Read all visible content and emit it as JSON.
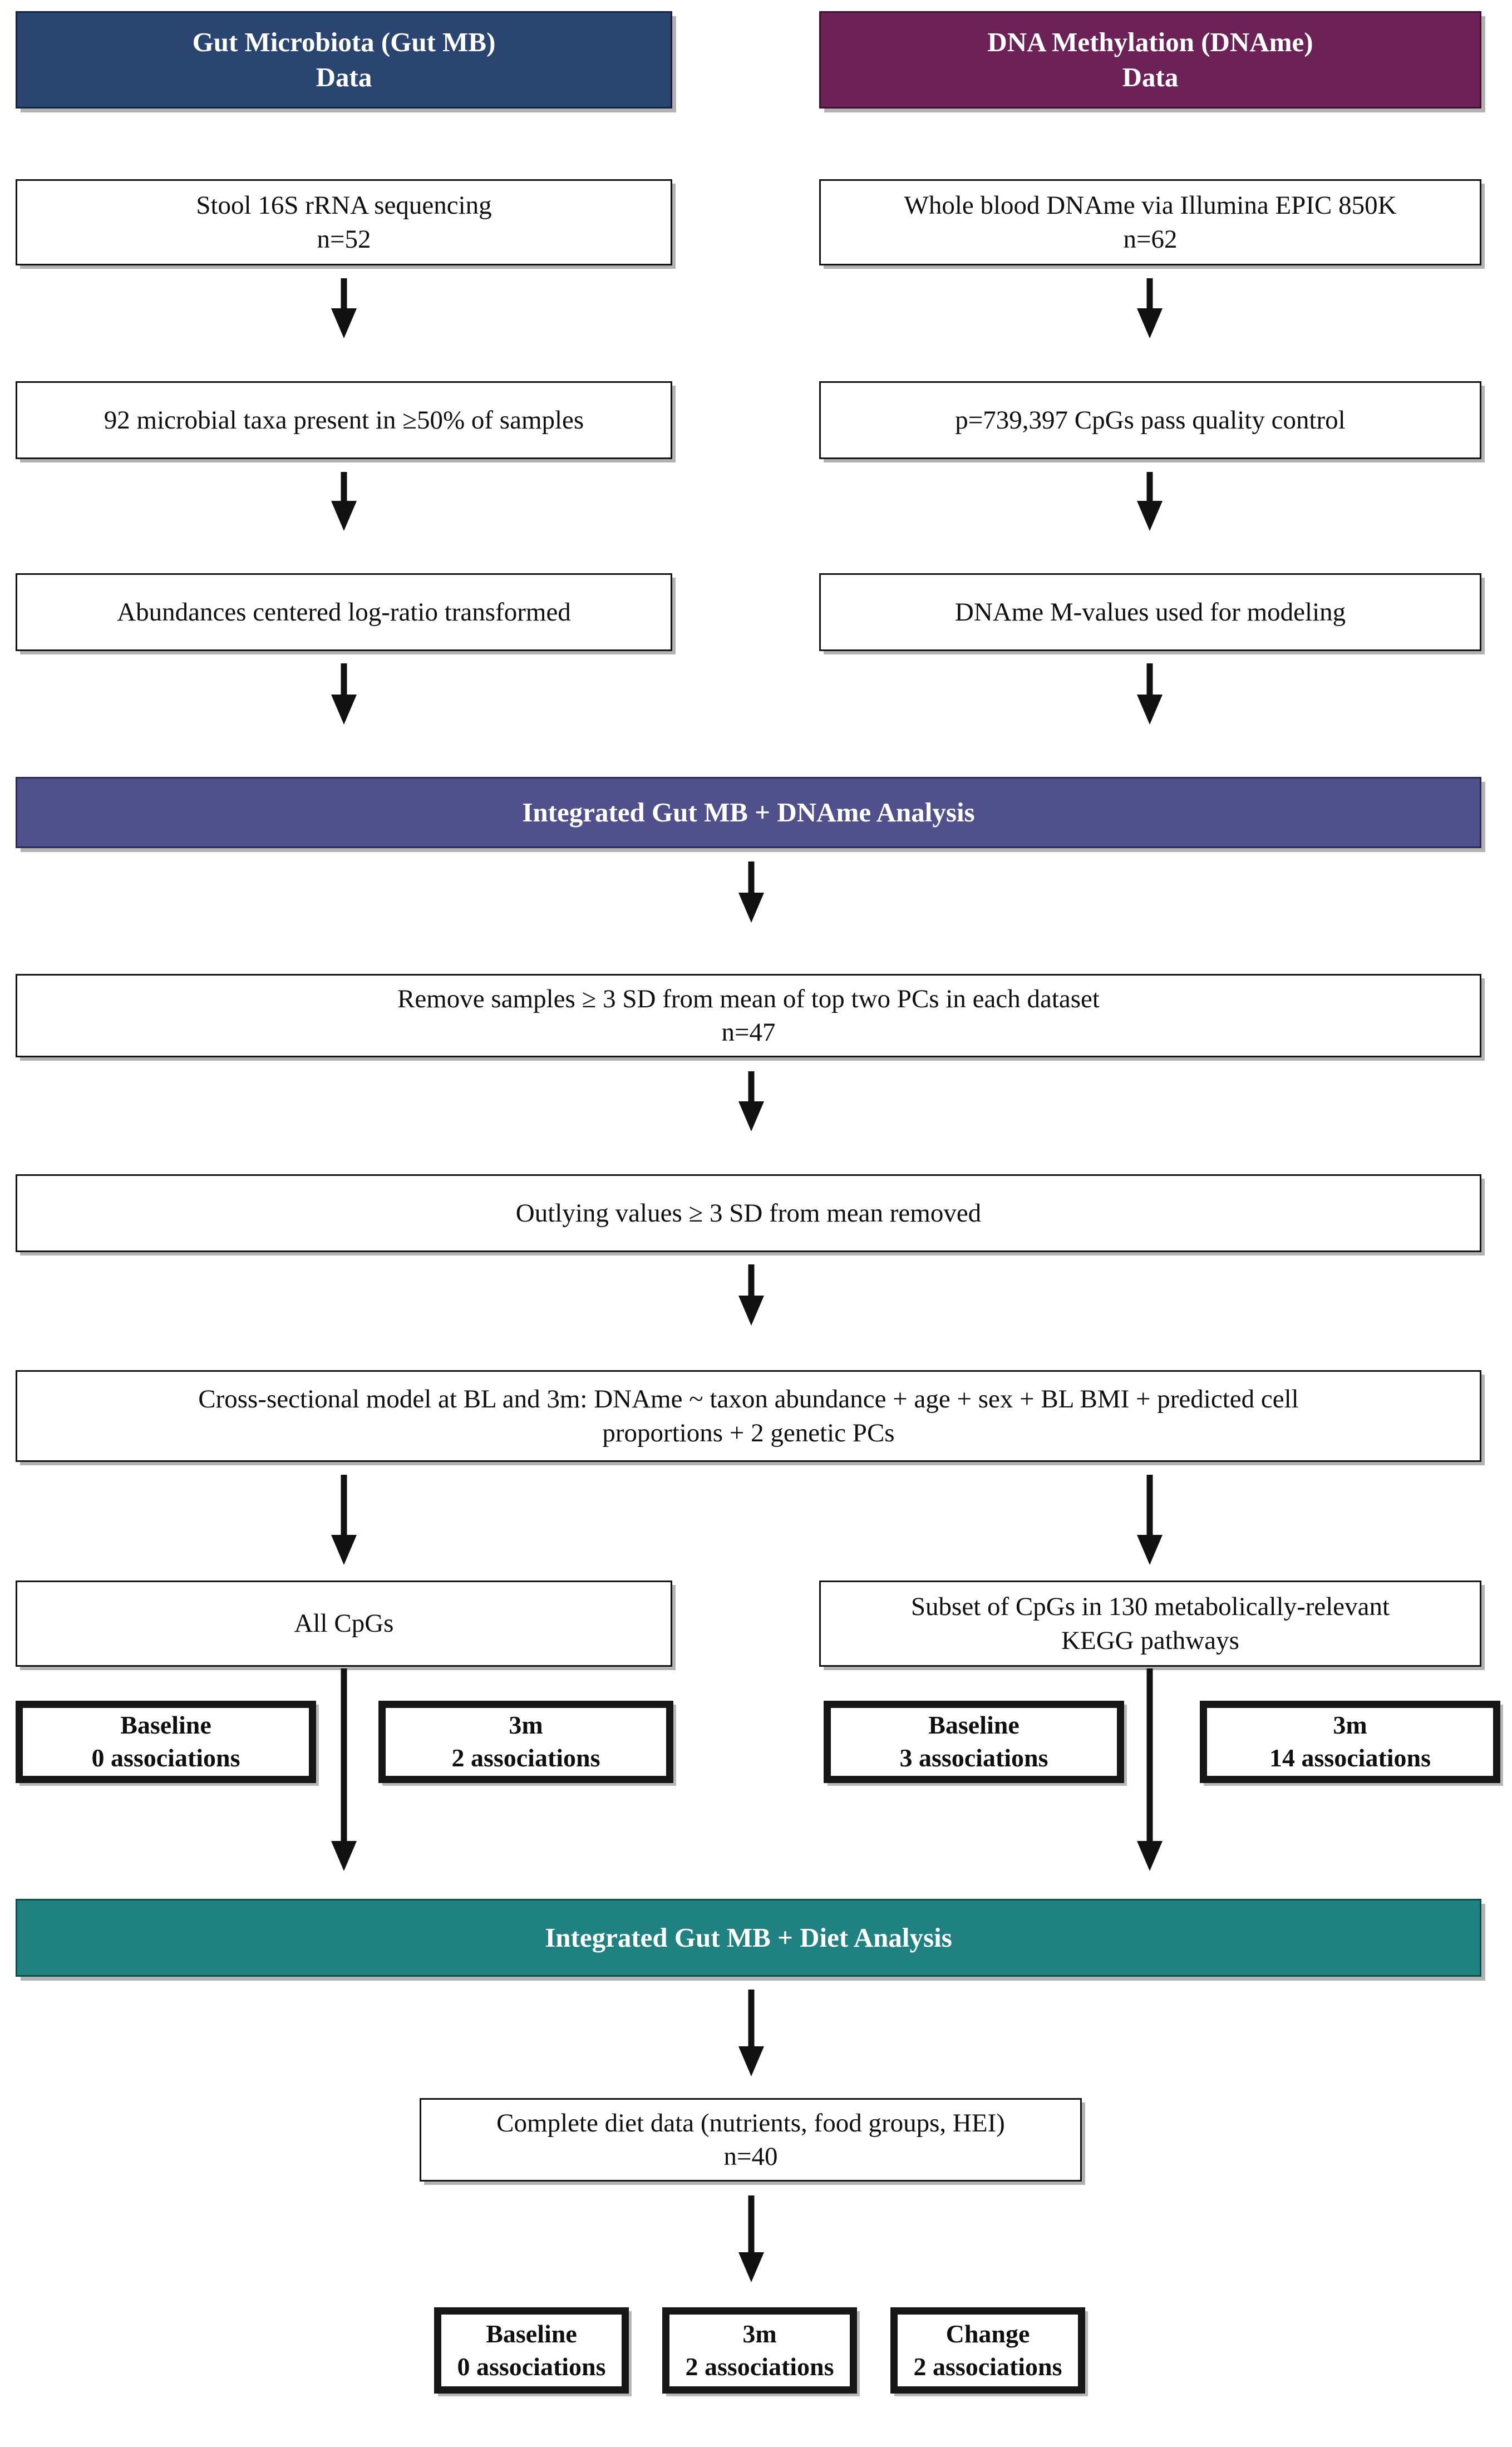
{
  "diagram": {
    "title": "Integrated Gut Microbiota, DNA Methylation and Diet Analysis Flowchart",
    "type": "flowchart"
  },
  "colors": {
    "gut_mb_header": "#2a4570",
    "dname_header": "#6d2257",
    "integrated_dname": "#50508c",
    "integrated_diet": "#1f8280",
    "box_border": "#151515",
    "arrow": "#111111",
    "background": "#ffffff"
  },
  "columns": {
    "left": {
      "header": "Gut Microbiota (Gut MB)\nData",
      "header_line1": "Gut Microbiota (Gut MB)",
      "header_line2": "Data",
      "steps": [
        {
          "line1": "Stool 16S rRNA sequencing",
          "line2": "n=52"
        },
        {
          "line1": "92 microbial taxa present in ≥50% of samples",
          "line2": ""
        },
        {
          "line1": "Abundances centered log-ratio transformed",
          "line2": ""
        }
      ]
    },
    "right": {
      "header_line1": "DNA Methylation (DNAme)",
      "header_line2": "Data",
      "steps": [
        {
          "line1": "Whole blood DNAme via Illumina EPIC 850K",
          "line2": "n=62"
        },
        {
          "line1": "p=739,397 CpGs pass quality control",
          "line2": ""
        },
        {
          "line1": "DNAme M-values used for modeling",
          "line2": ""
        }
      ]
    }
  },
  "integrated_dname": {
    "banner": "Integrated Gut MB + DNAme Analysis",
    "steps": [
      {
        "line1": "Remove samples ≥ 3 SD from mean of top two PCs in each dataset",
        "line2": "n=47"
      },
      {
        "line1": "Outlying values ≥ 3 SD from mean removed",
        "line2": ""
      },
      {
        "line1": "Cross-sectional model at BL and 3m: DNAme ~ taxon abundance + age + sex + BL BMI + predicted cell",
        "line2": "proportions + 2 genetic PCs"
      }
    ],
    "branches": [
      {
        "line1": "All CpGs",
        "line2": ""
      },
      {
        "line1": "Subset of CpGs in 130 metabolically-relevant",
        "line2": "KEGG pathways"
      }
    ],
    "results": [
      {
        "label": "Baseline",
        "value": "0 associations"
      },
      {
        "label": "3m",
        "value": "2 associations"
      },
      {
        "label": "Baseline",
        "value": "3 associations"
      },
      {
        "label": "3m",
        "value": "14 associations"
      }
    ]
  },
  "integrated_diet": {
    "banner": "Integrated Gut MB + Diet Analysis",
    "step": {
      "line1": "Complete diet data (nutrients, food groups, HEI)",
      "line2": "n=40"
    },
    "results": [
      {
        "label": "Baseline",
        "value": "0 associations"
      },
      {
        "label": "3m",
        "value": "2 associations"
      },
      {
        "label": "Change",
        "value": "2 associations"
      }
    ]
  }
}
